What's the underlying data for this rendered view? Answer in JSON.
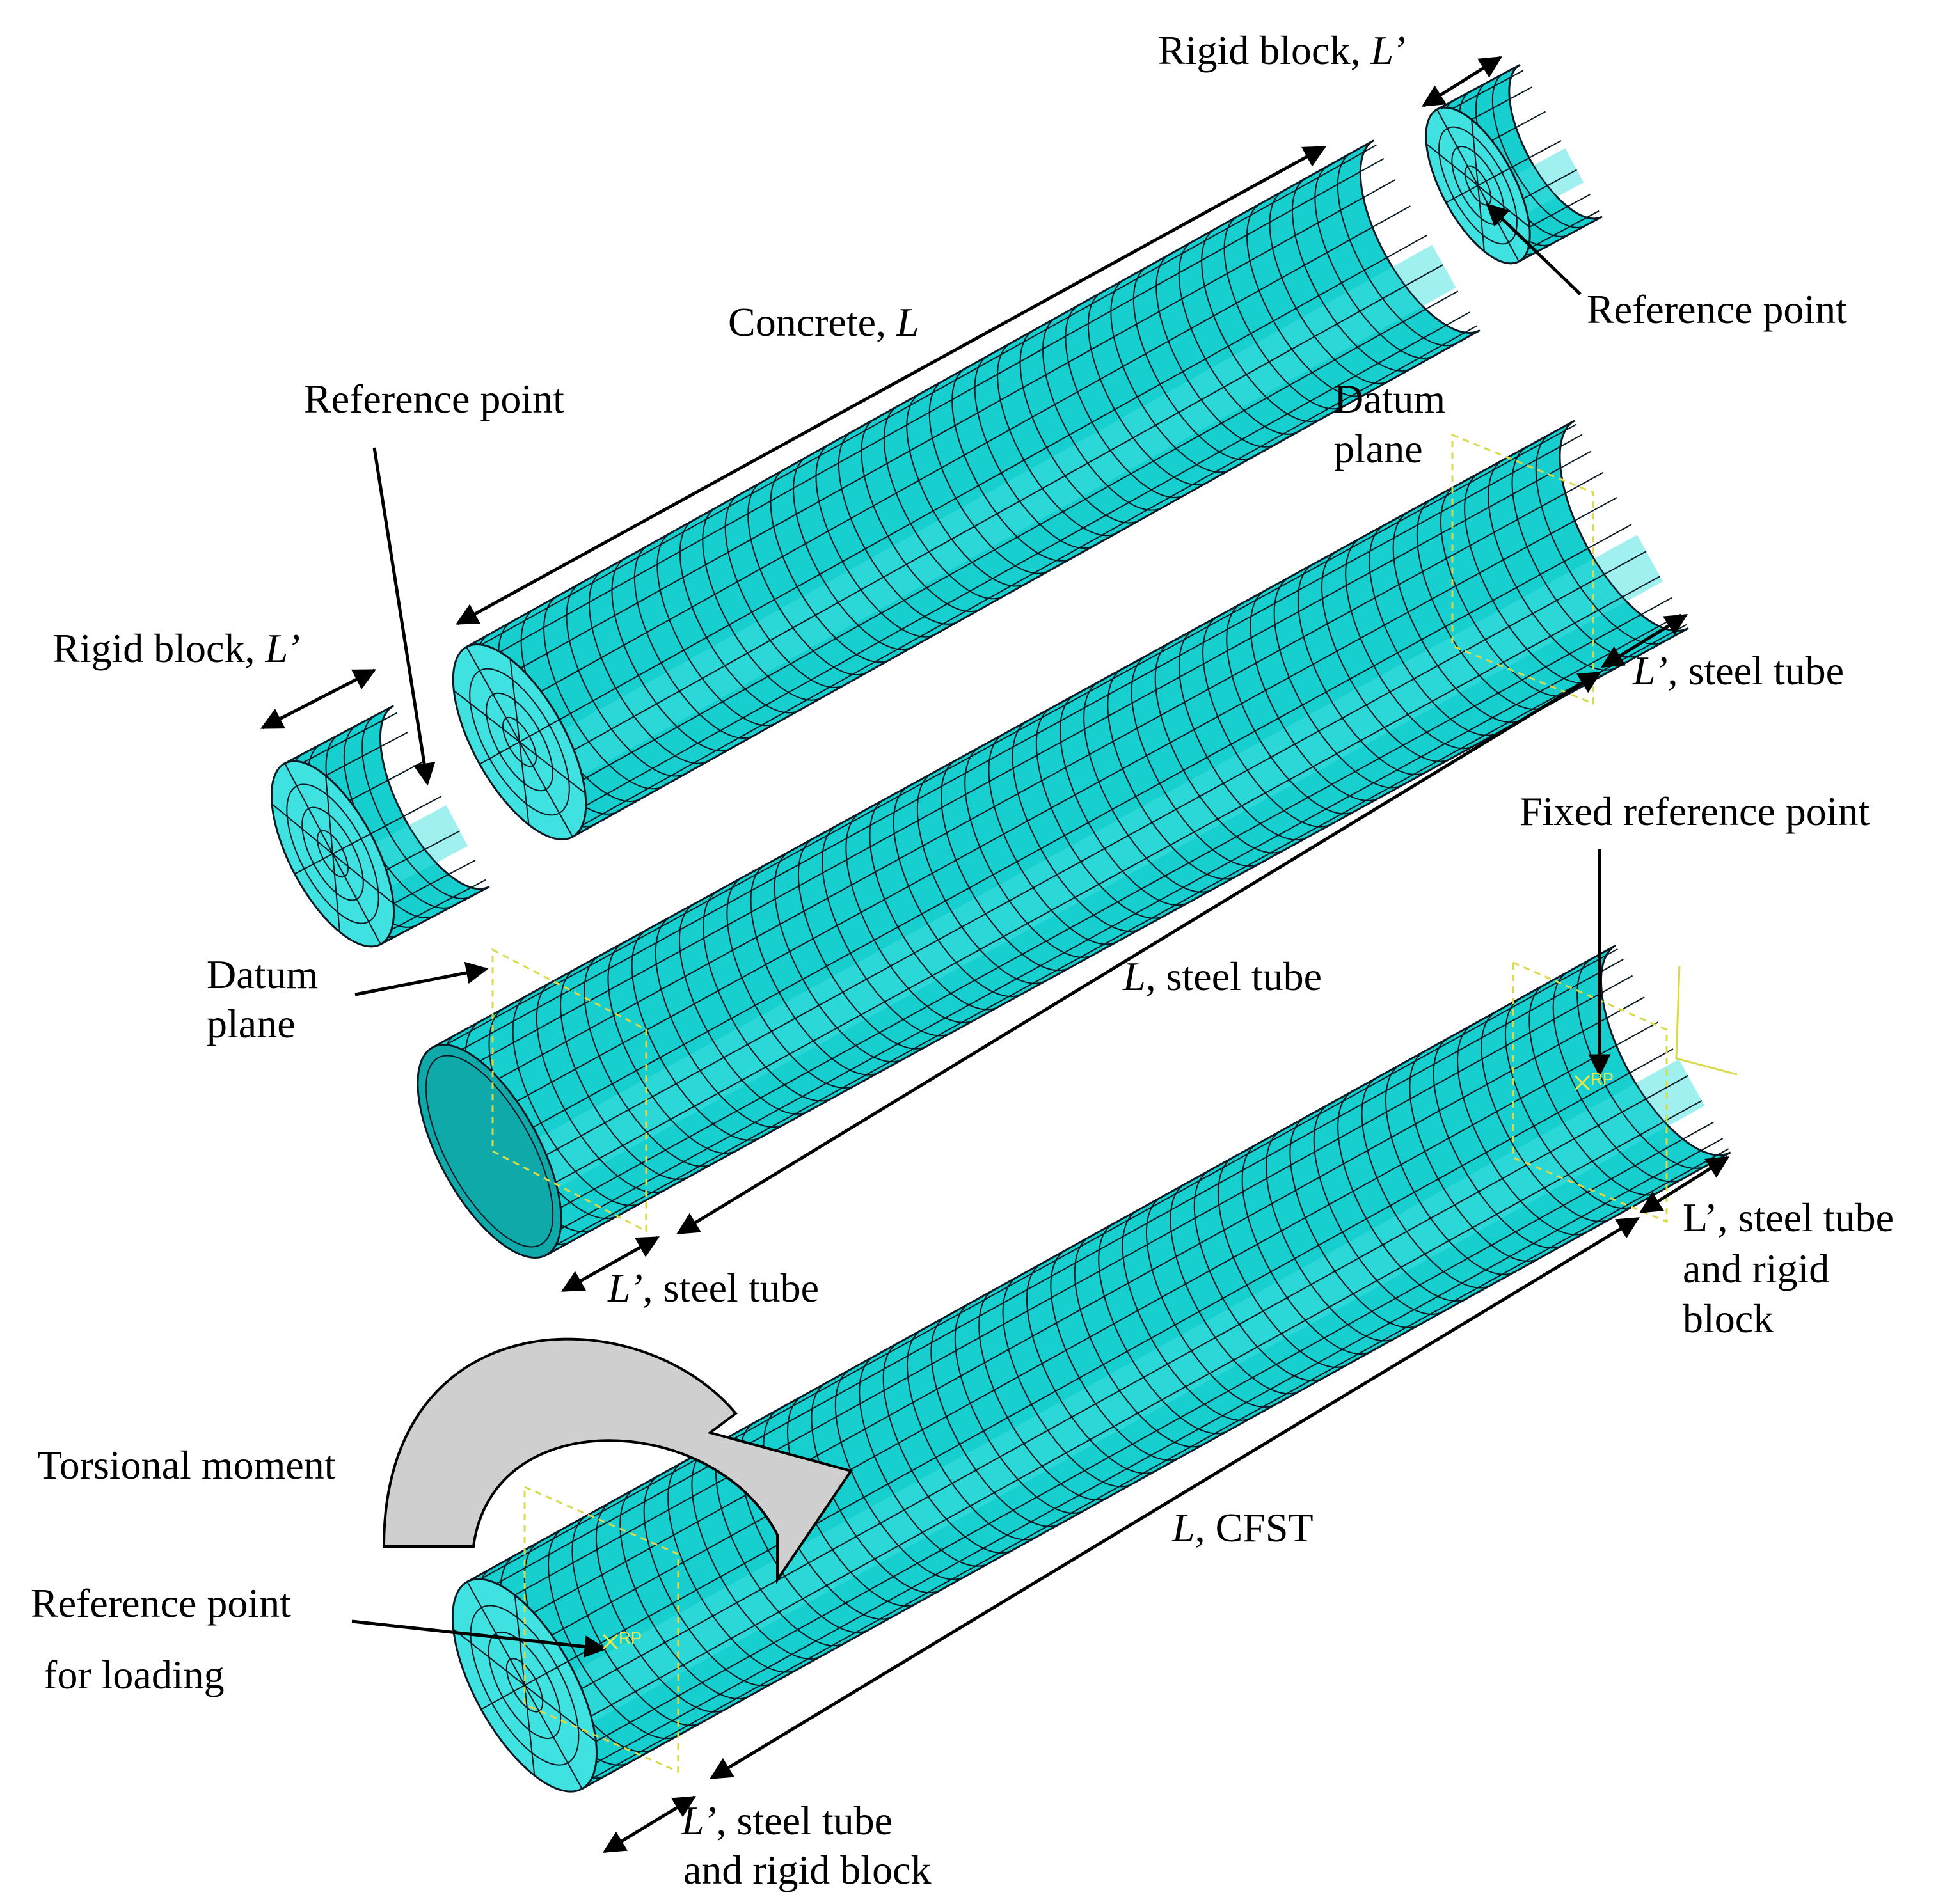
{
  "colors": {
    "mesh_fill": "#18cfcf",
    "mesh_fill_light": "#3fe2e0",
    "mesh_fill_dark": "#10a9aa",
    "mesh_line": "#0b1a22",
    "datum": "#d9d94a",
    "arrow": "#000000",
    "moment_fill": "#cfcfcf",
    "background": "#ffffff"
  },
  "labels": {
    "rigid_top_pre": "Rigid block, ",
    "rigid_top_L": "L’",
    "refpoint_top_right": "Reference point",
    "concrete_pre": "Concrete, ",
    "concrete_L": "L",
    "refpoint_left": "Reference point",
    "datum_top_1": "Datum",
    "datum_top_2": "plane",
    "rigid_left_pre": "Rigid block, ",
    "rigid_left_L": "L’",
    "steel_right_L": "L’",
    "steel_right_post": ", steel tube",
    "fixed_ref": "Fixed reference point",
    "datum_left_1": "Datum",
    "datum_left_2": "plane",
    "steel_mid_L": "L",
    "steel_mid_post": ", steel tube",
    "steel_left_L": "L’",
    "steel_left_post": ", steel tube",
    "l_rigid_right_1": "L’, steel tube",
    "l_rigid_right_2": "and rigid",
    "l_rigid_right_3": "block",
    "torsional": "Torsional moment",
    "cfst_L": "L",
    "cfst_post": ", CFST",
    "refload_1": "Reference point",
    "refload_2": "for loading",
    "bottom_L": "L’",
    "bottom_post": ", steel tube",
    "bottom_2": "and rigid block",
    "rp_tag": "RP"
  }
}
